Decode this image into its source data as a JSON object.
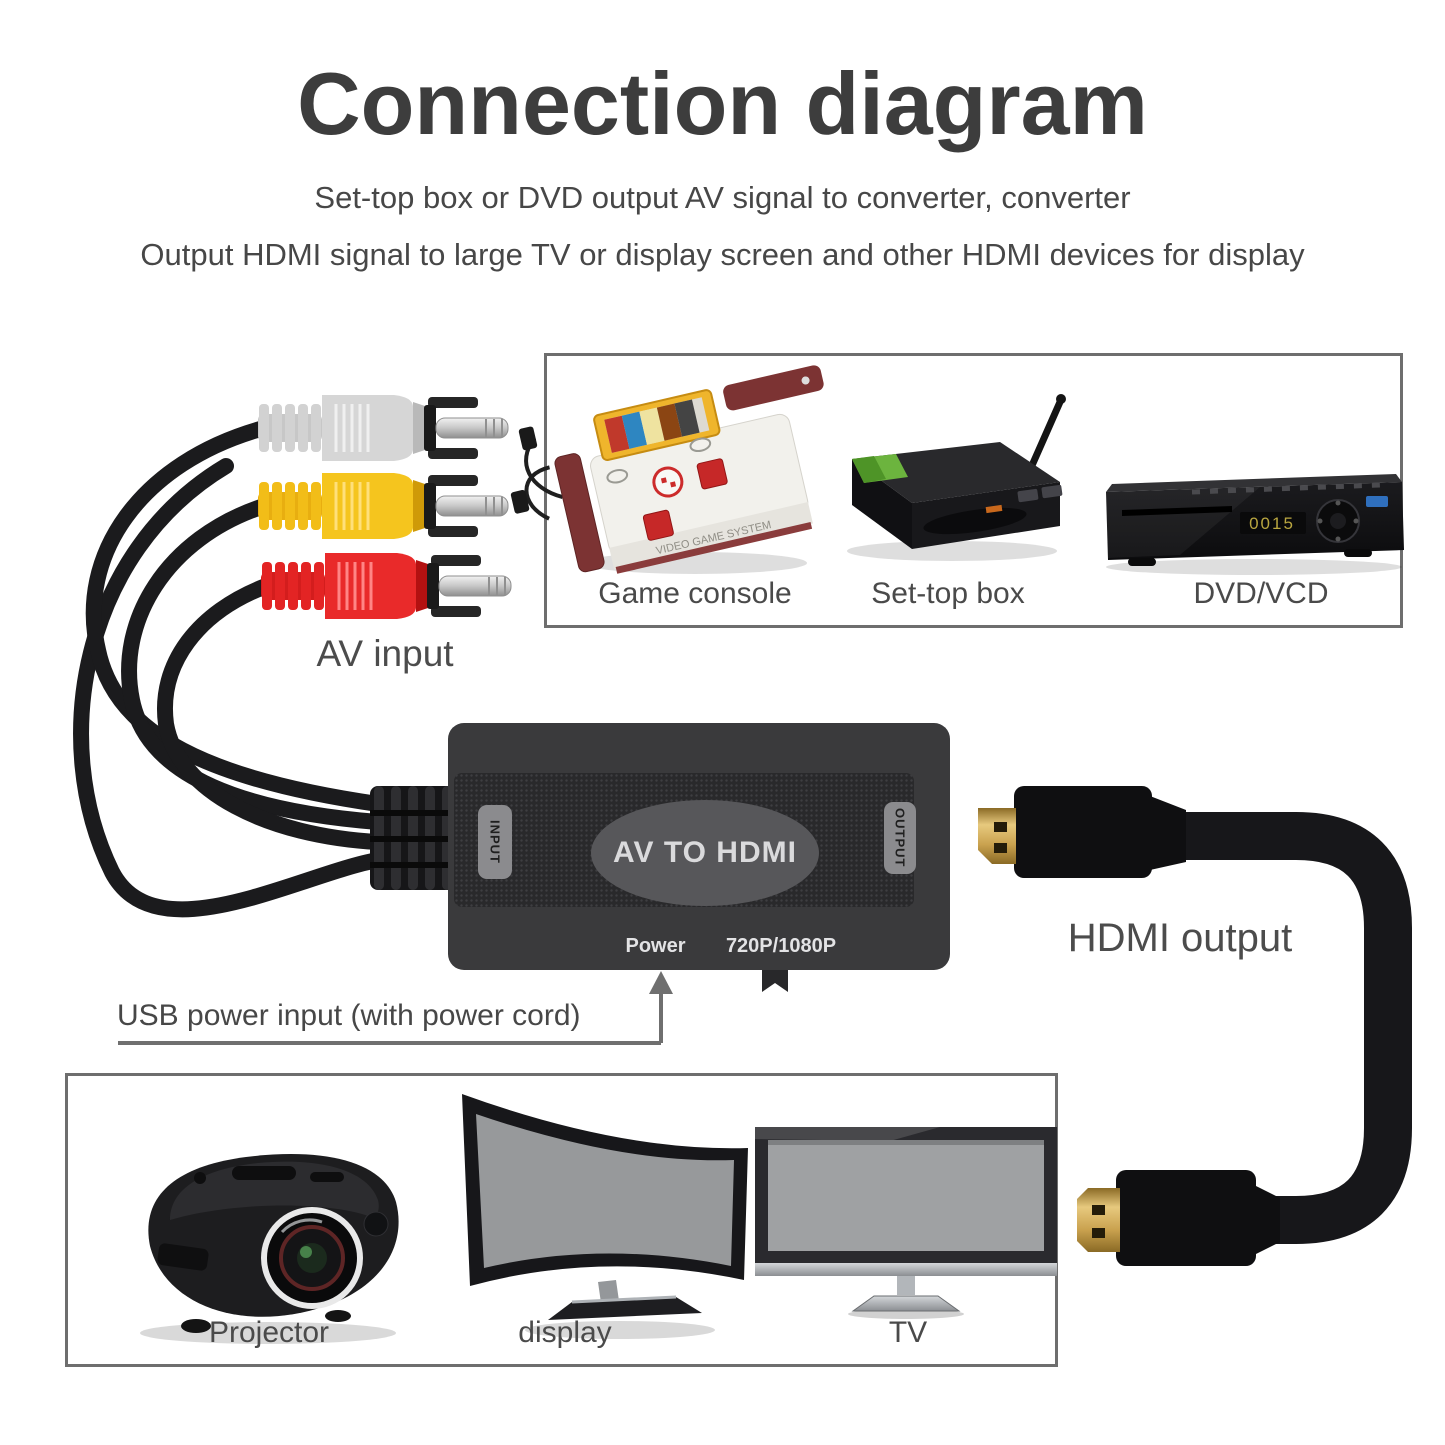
{
  "page": {
    "title": "Connection diagram",
    "subtitle_line1": "Set-top box or DVD output AV signal to converter, converter",
    "subtitle_line2": "Output HDMI signal to large TV or display screen and other HDMI devices for display"
  },
  "labels": {
    "av_input": "AV input",
    "hdmi_output": "HDMI output",
    "usb_power_note": "USB power input (with power cord)"
  },
  "converter": {
    "name": "AV TO HDMI",
    "input": "INPUT",
    "output": "OUTPUT",
    "power": "Power",
    "resolution": "720P/1080P"
  },
  "source_box": {
    "items": [
      {
        "label": "Game console"
      },
      {
        "label": "Set-top box"
      },
      {
        "label": "DVD/VCD"
      }
    ]
  },
  "display_box": {
    "items": [
      {
        "label": "Projector"
      },
      {
        "label": "display"
      },
      {
        "label": "TV"
      }
    ]
  },
  "device_details": {
    "dvd_display": "0015",
    "console_text": "VIDEO GAME SYSTEM"
  },
  "colors": {
    "rca_white": "#d6d6d6",
    "rca_yellow": "#f5c51e",
    "rca_red": "#e92a2a",
    "gold": "#caa24f",
    "cable_black": "#1b1b1d",
    "border_gray": "#6e6e6e",
    "text_dark": "#3d3d3d",
    "text_gray": "#4a4a4a",
    "arrow_gray": "#6f6f6f"
  }
}
